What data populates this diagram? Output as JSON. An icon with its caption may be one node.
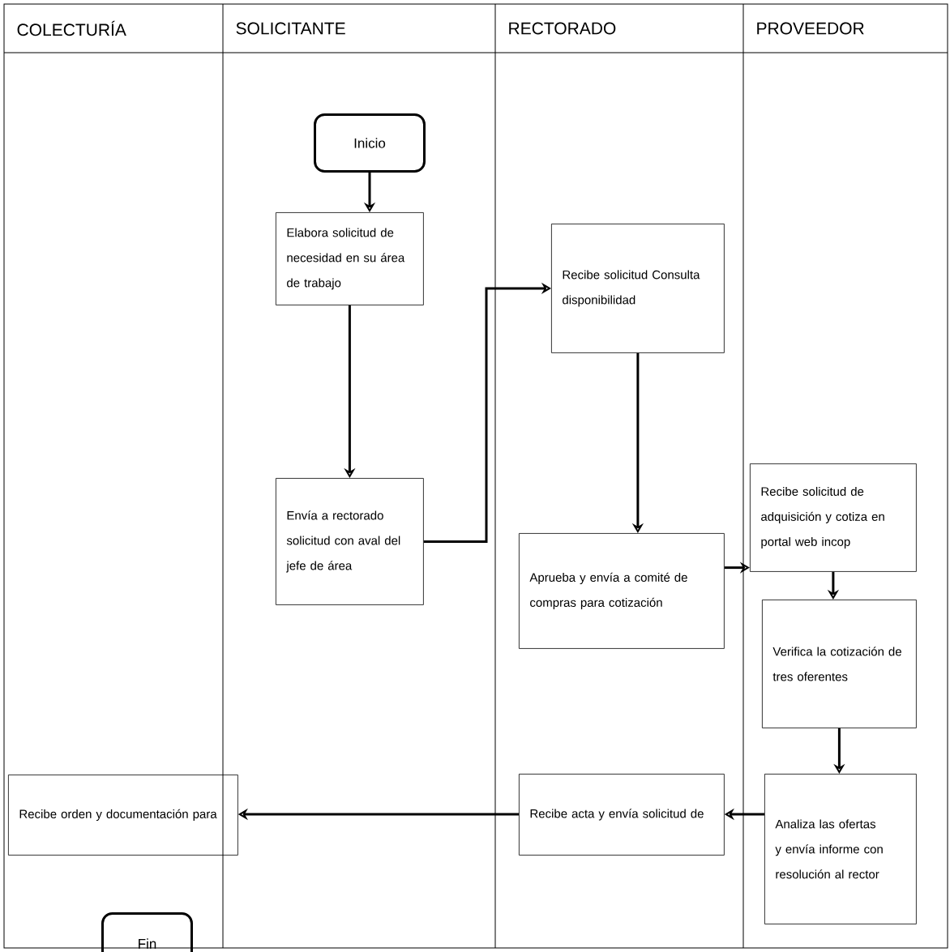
{
  "diagram": {
    "nodes": [
      {
        "text": [
          "Inicio"
        ]
      },
      {
        "text": [
          "Elabora solicitud de necesidad en su área de trabajo"
        ]
      },
      {
        "text": [
          "Envía a rectorado solicitud con aval del jefe de área"
        ]
      },
      {
        "text": [
          "Recibe solicitud Consulta disponibilidad"
        ]
      },
      {
        "text": [
          "Aprueba y envía a comité de compras para cotización"
        ]
      },
      {
        "text": [
          "Recibe solicitud de adquisición y cotiza en portal web incop"
        ]
      },
      {
        "text": [
          "Verifica la cotización de tres oferentes"
        ]
      },
      {
        "text": [
          "Analiza las ofertas y envía informe con resolución al rector"
        ]
      },
      {
        "text": [
          "Recibe acta y envía solicitud de"
        ]
      },
      {
        "text": [
          "Recibe orden y documentación para"
        ]
      },
      {
        "text": [
          "Fin"
        ]
      }
    ],
    "edges": [
      {
        "from": 0,
        "to": 1,
        "arrow": "to"
      },
      {
        "from": 1,
        "to": 2,
        "arrow": "to"
      },
      {
        "from": 2,
        "to": 3,
        "arrow": "to"
      },
      {
        "from": 3,
        "to": 4,
        "arrow": "to"
      },
      {
        "from": 4,
        "to": 5,
        "arrow": "to"
      },
      {
        "from": 5,
        "to": 6,
        "arrow": "to"
      },
      {
        "from": 6,
        "to": 7,
        "arrow": "to"
      },
      {
        "from": 7,
        "to": 8,
        "arrow": "to"
      },
      {
        "from": 8,
        "to": 9,
        "arrow": "to"
      }
    ],
    "labels": [
      "COLECTURÍA",
      "SOLICITANTE",
      "RECTORADO",
      "PROVEEDOR"
    ]
  }
}
